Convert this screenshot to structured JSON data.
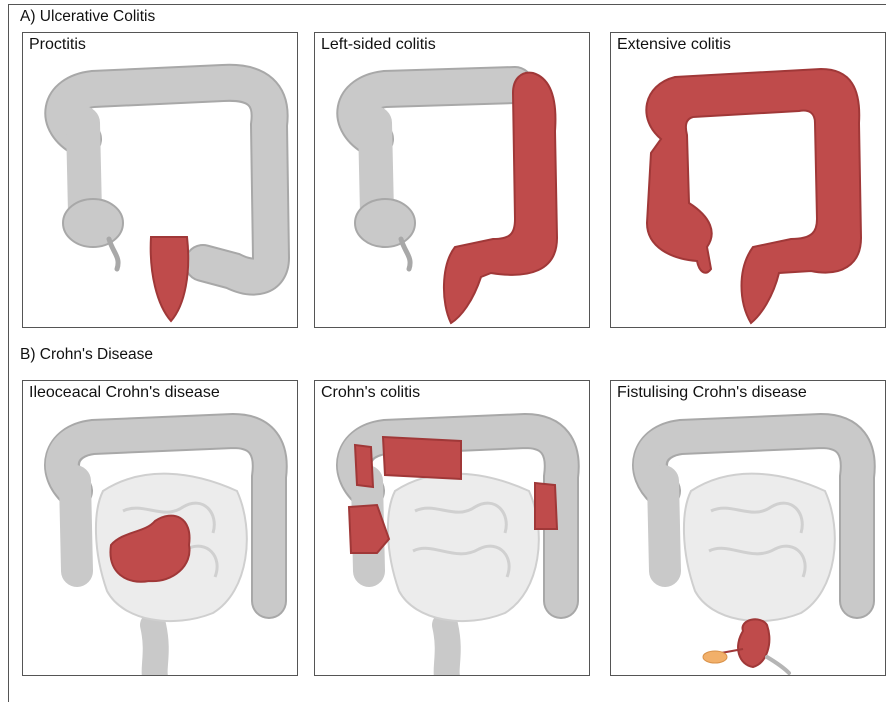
{
  "sections": [
    {
      "label": "A) Ulcerative Colitis",
      "panels": [
        {
          "title": "Proctitis",
          "affected": [
            "rectum"
          ]
        },
        {
          "title": "Left-sided colitis",
          "affected": [
            "descending",
            "sigmoid",
            "rectum"
          ]
        },
        {
          "title": "Extensive colitis",
          "affected": [
            "whole-colon"
          ]
        }
      ]
    },
    {
      "label": "B) Crohn's Disease",
      "panels": [
        {
          "title": "Ileoceacal Crohn's disease",
          "affected": [
            "ileocecal"
          ]
        },
        {
          "title": "Crohn's colitis",
          "affected": [
            "patchy-colon"
          ]
        },
        {
          "title": "Fistulising Crohn's disease",
          "affected": [
            "perianal-fistula"
          ]
        }
      ]
    }
  ],
  "colors": {
    "healthy": "#c9c9c9",
    "healthy_stroke": "#a8a8a8",
    "small_bowel": "#ececec",
    "inflamed": "#bf4b4b",
    "inflamed_stroke": "#a03838",
    "fistula": "#f2b06a",
    "panel_border": "#555555"
  }
}
